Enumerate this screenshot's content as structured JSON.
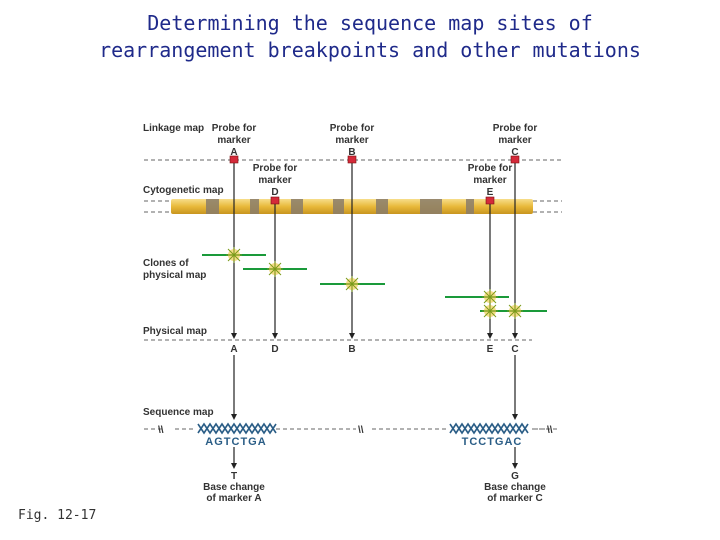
{
  "title_line1": "Determining the sequence map sites of",
  "title_line2": "rearrangement breakpoints and other mutations",
  "figure_label": "Fig. 12-17",
  "rows": {
    "linkage": "Linkage map",
    "cytogenetic": "Cytogenetic map",
    "clones_line1": "Clones of",
    "clones_line2": "physical map",
    "physical": "Physical map",
    "sequence": "Sequence map"
  },
  "probes": {
    "a": {
      "line1": "Probe for",
      "line2": "marker",
      "letter": "A"
    },
    "b": {
      "line1": "Probe for",
      "line2": "marker",
      "letter": "B"
    },
    "c": {
      "line1": "Probe for",
      "line2": "marker",
      "letter": "C"
    },
    "d": {
      "line1": "Probe for",
      "line2": "marker",
      "letter": "D"
    },
    "e": {
      "line1": "Probe for",
      "line2": "marker",
      "letter": "E"
    }
  },
  "physical_letters": {
    "a": "A",
    "d": "D",
    "b": "B",
    "e": "E",
    "c": "C"
  },
  "break_mark": "\\\\",
  "sequences": {
    "left": "AGTCTGA",
    "right": "TCCTGAC"
  },
  "base_changes": {
    "a": {
      "base": "T",
      "line1": "Base change",
      "line2": "of marker A"
    },
    "c": {
      "base": "G",
      "line1": "Base change",
      "line2": "of marker C"
    }
  },
  "colors": {
    "title": "#1f2a8a",
    "chromosome": "#e8b93a",
    "band": "#8a7d6a",
    "clone": "#1a9a3a",
    "marker": "#d42a3a",
    "sequence": "#2a5d86"
  }
}
